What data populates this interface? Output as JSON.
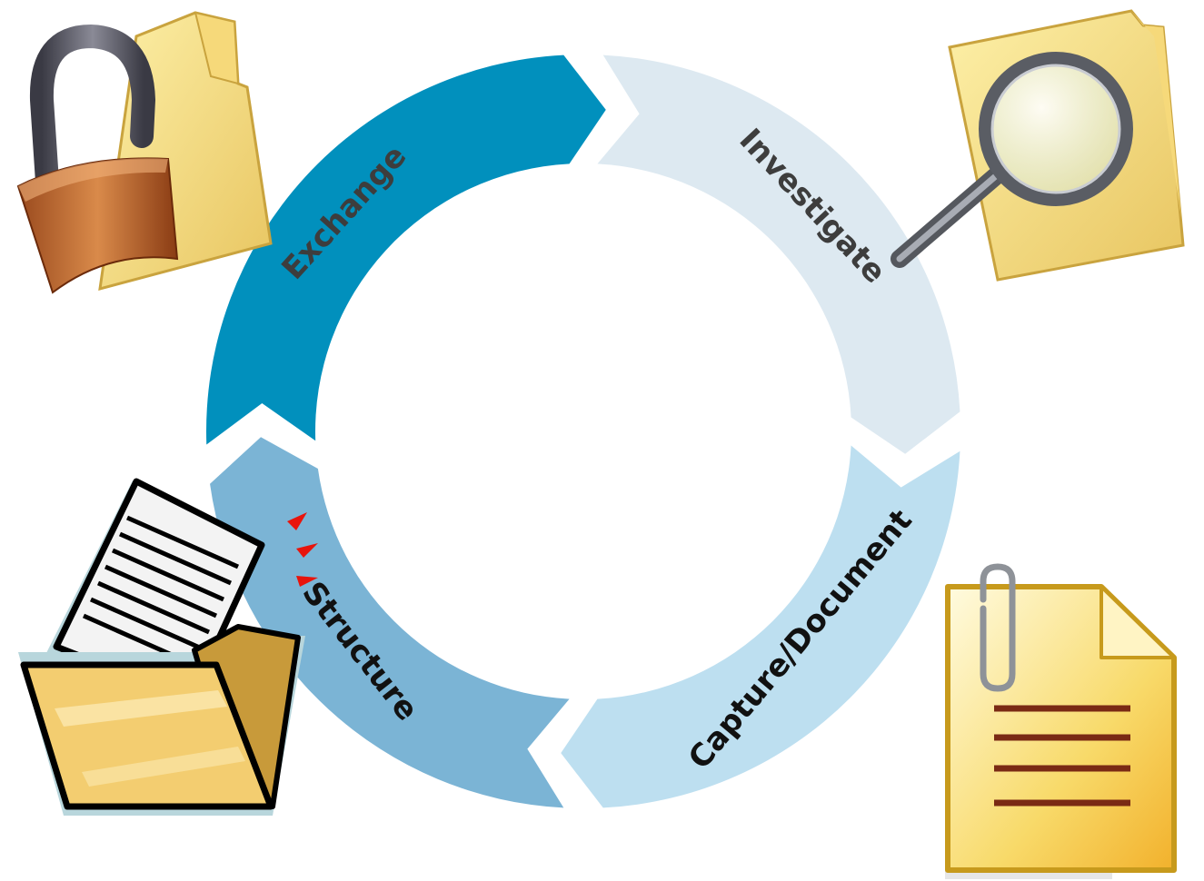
{
  "cycle": {
    "segments": [
      {
        "id": "exchange",
        "label": "Exchange",
        "color": "#0190bd",
        "text_color": "#3d3d3d"
      },
      {
        "id": "investigate",
        "label": "Investigate",
        "color": "#dde9f1",
        "text_color": "#3d3d3d"
      },
      {
        "id": "capture",
        "label": "Capture/Document",
        "color": "#bddff0",
        "text_color": "#111111"
      },
      {
        "id": "structure",
        "label": "Structure",
        "color": "#7bb4d5",
        "text_color": "#111111"
      }
    ]
  },
  "icons": {
    "locked_folder": "padlock-folder-icon",
    "search_folder": "magnifier-folder-icon",
    "open_folder": "open-folder-document-icon",
    "clipped_document": "paperclip-document-icon",
    "attention_marks": "red-attention-marks"
  }
}
